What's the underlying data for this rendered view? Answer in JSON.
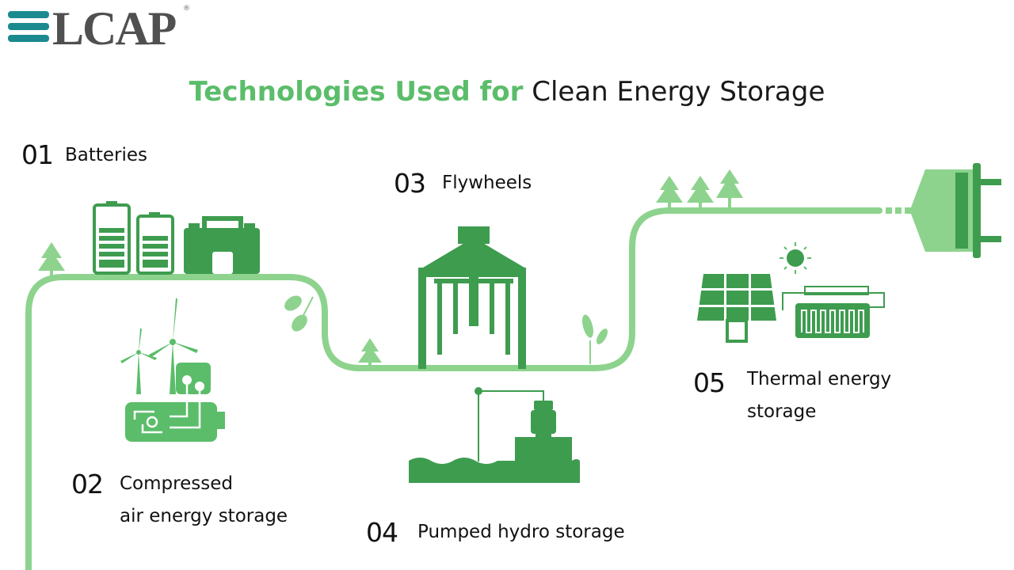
{
  "logo": {
    "text": "LCAP",
    "reg": "®"
  },
  "title": {
    "highlight": "Technologies Used for",
    "rest": "Clean Energy Storage"
  },
  "items": [
    {
      "num": "01",
      "label": "Batteries"
    },
    {
      "num": "02",
      "label_line1": "Compressed",
      "label_line2": "air energy storage"
    },
    {
      "num": "03",
      "label": "Flywheels"
    },
    {
      "num": "04",
      "label": "Pumped hydro storage"
    },
    {
      "num": "05",
      "label_line1": "Thermal energy",
      "label_line2": "storage"
    }
  ],
  "colors": {
    "primary": "#3e9c4f",
    "light": "#8dd38e",
    "accent": "#5bbd6a",
    "logo_teal": "#1b8a8f"
  },
  "icons": [
    "battery-icon",
    "wind-turbine-icon",
    "flywheel-icon",
    "pump-icon",
    "solar-panel-icon",
    "sun-icon",
    "plug-icon",
    "tree-icon",
    "leaf-icon"
  ]
}
